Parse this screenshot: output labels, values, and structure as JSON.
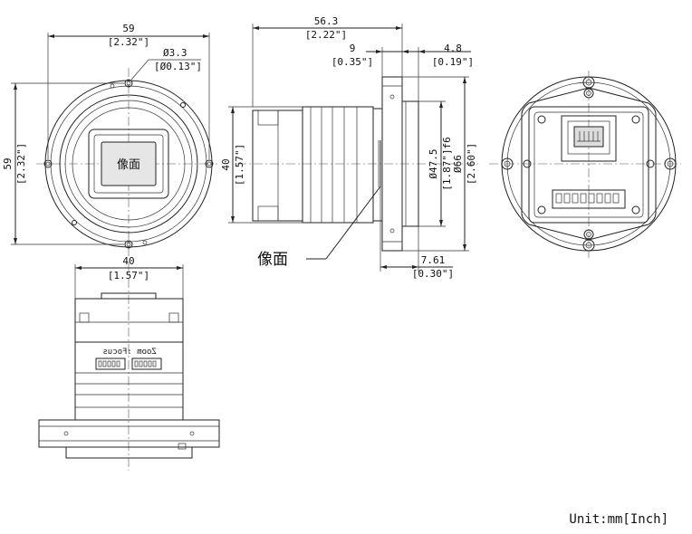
{
  "front_view": {
    "width_dim": "59",
    "width_dim_inch": "[2.32\"]",
    "height_dim": "59",
    "height_dim_inch": "[2.32\"]",
    "hole_dim": "Ø3.3",
    "hole_dim_inch": "[Ø0.13\"]",
    "sensor_label": "像面"
  },
  "side_view": {
    "length_dim": "56.3",
    "length_dim_inch": "[2.22\"]",
    "flange_dim": "9",
    "flange_dim_inch": "[0.35\"]",
    "mount_dim": "4.8",
    "mount_dim_inch": "[0.19\"]",
    "body_dim": "40",
    "body_dim_inch": "[1.57\"]",
    "bore_dim": "Ø47.5",
    "bore_dim_inch": "[1.87\"]f6",
    "outer_dim": "Ø66",
    "outer_dim_inch": "[2.60\"]",
    "back_focus_dim": "7.61",
    "back_focus_dim_inch": "[0.30\"]",
    "image_plane_label": "像面"
  },
  "bottom_view": {
    "width_dim": "40",
    "width_dim_inch": "[1.57\"]",
    "focus_label": "Focus",
    "zoom_label": "Zoom"
  },
  "unit_note": "Unit:mm[Inch]"
}
